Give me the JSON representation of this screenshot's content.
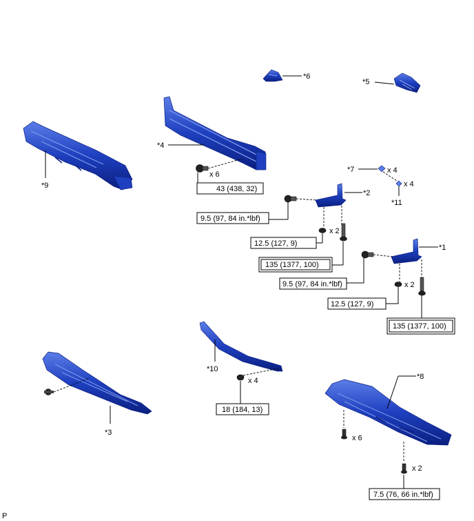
{
  "callouts": {
    "c1": "*1",
    "c2": "*2",
    "c3": "*3",
    "c4": "*4",
    "c5": "*5",
    "c6": "*6",
    "c7": "*7",
    "c8": "*8",
    "c9": "*9",
    "c10": "*10",
    "c11": "*11"
  },
  "quantities": {
    "q_x6_bolt4": "x 6",
    "q_x4_clip7": "x 4",
    "q_x4_clip11": "x 4",
    "q_x2_nut2": "x 2",
    "q_x2_nut1": "x 2",
    "q_x4_nut10": "x 4",
    "q_x6_screw8": "x 6",
    "q_x2_screw8": "x 2"
  },
  "torques": {
    "t_43": "43 (438, 32)",
    "t_95a": "9.5 (97, 84 in.*lbf)",
    "t_125a": "12.5 (127, 9)",
    "t_135a": "135 (1377, 100)",
    "t_95b": "9.5 (97, 84 in.*lbf)",
    "t_125b": "12.5 (127, 9)",
    "t_135b": "135 (1377, 100)",
    "t_18": "18 (184, 13)",
    "t_75": "7.5 (76, 66 in.*lbf)"
  },
  "corner_mark": "P",
  "colors": {
    "part_blue": "#1e3fbf",
    "part_dark": "#0b1f80",
    "part_light": "#5b7ee8",
    "hardware": "#222222"
  }
}
